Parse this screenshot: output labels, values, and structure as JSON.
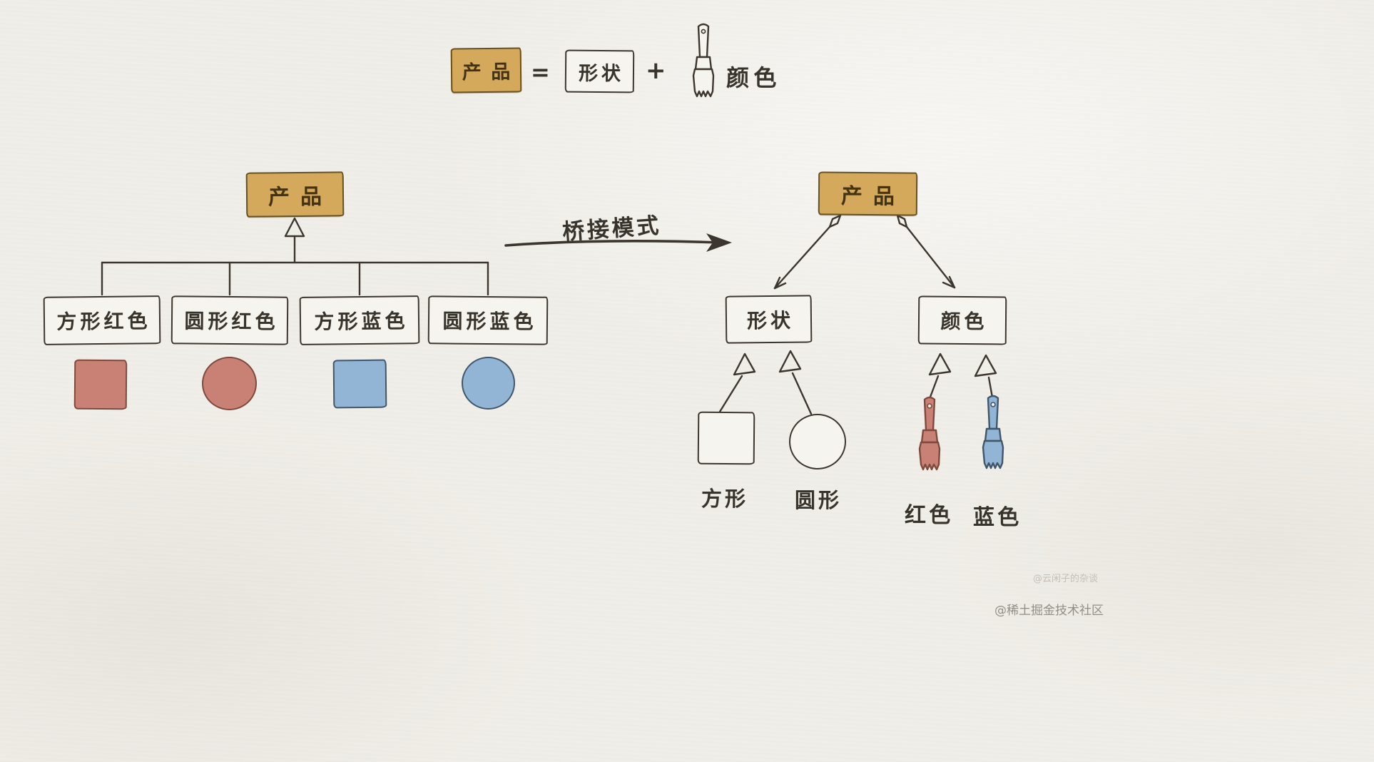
{
  "colors": {
    "paper": "#f0eee8",
    "ink": "#3c362e",
    "text": "#38332b",
    "tan_fill": "#d5a95c",
    "tan_border": "#67511f",
    "tan_text": "#443312",
    "white_fill": "#f6f4ee",
    "red_fill": "#c98175",
    "red_border": "#7e4a3e",
    "blue_fill": "#93b5d5",
    "blue_border": "#3f566b",
    "watermark_light": "#c3bfb7",
    "watermark_dark": "#938e84"
  },
  "formula": {
    "product": "产品",
    "equals": "=",
    "shape": "形状",
    "plus": "+",
    "brush_icon": "paintbrush-icon",
    "color": "颜色"
  },
  "left_diagram": {
    "root": "产品",
    "children": [
      {
        "label": "方形红色",
        "shape": "square",
        "color": "red"
      },
      {
        "label": "圆形红色",
        "shape": "circle",
        "color": "red"
      },
      {
        "label": "方形蓝色",
        "shape": "square",
        "color": "blue"
      },
      {
        "label": "圆形蓝色",
        "shape": "circle",
        "color": "blue"
      }
    ]
  },
  "bridge_arrow": {
    "label": "桥接模式"
  },
  "right_diagram": {
    "root": "产品",
    "abstractions": [
      {
        "label": "形状"
      },
      {
        "label": "颜色"
      }
    ],
    "shape_impls": [
      {
        "label": "方形",
        "shape": "square"
      },
      {
        "label": "圆形",
        "shape": "circle"
      }
    ],
    "color_impls": [
      {
        "label": "红色",
        "color": "red"
      },
      {
        "label": "蓝色",
        "color": "blue"
      }
    ]
  },
  "watermarks": {
    "small": "@云闲子的杂谈",
    "large": "@稀土掘金技术社区"
  }
}
